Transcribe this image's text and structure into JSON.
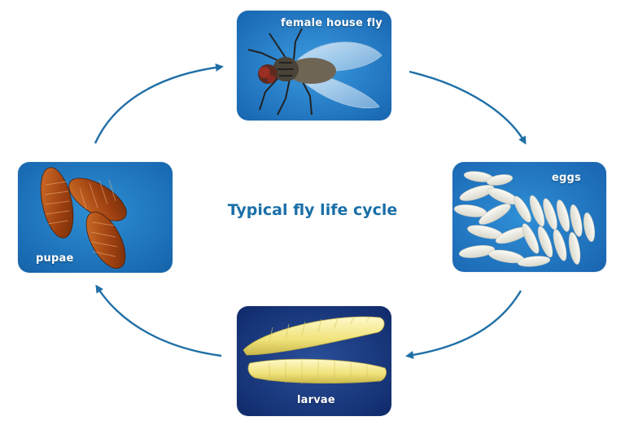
{
  "diagram": {
    "title": "Typical fly life cycle",
    "stages": [
      {
        "id": "fly",
        "label": "female house fly"
      },
      {
        "id": "eggs",
        "label": "eggs"
      },
      {
        "id": "larvae",
        "label": "larvae"
      },
      {
        "id": "pupae",
        "label": "pupae"
      }
    ],
    "colors": {
      "accent": "#1a6fa8",
      "card_background": "#1f7fc9",
      "arrow": "#1f6fa6"
    }
  }
}
